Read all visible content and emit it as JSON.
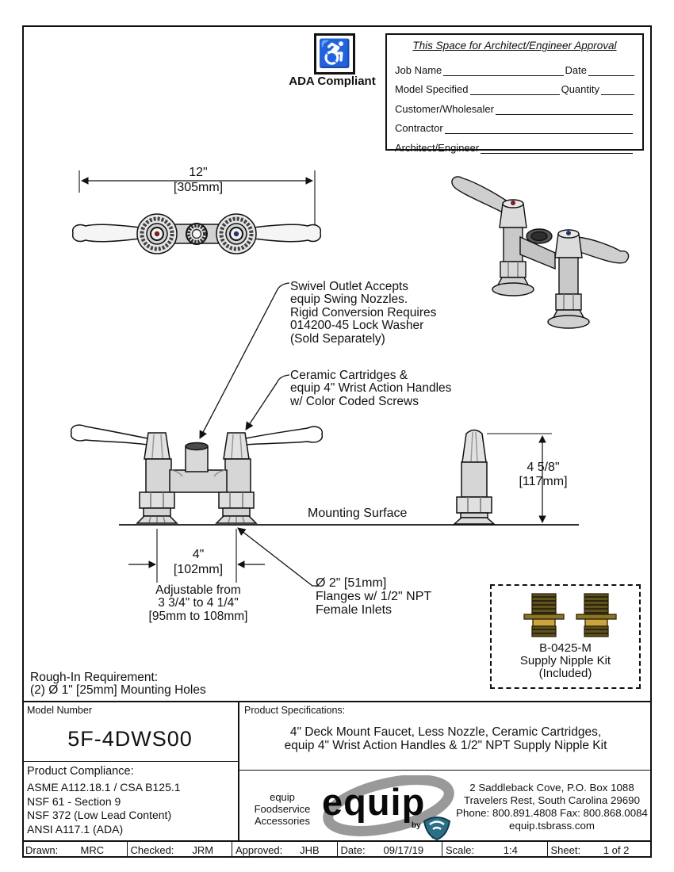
{
  "ada": {
    "label": "ADA Compliant",
    "icon_glyph": "♿"
  },
  "approval_box": {
    "title": "This Space for Architect/Engineer Approval",
    "fields": [
      {
        "label": "Job Name",
        "label2": "Date"
      },
      {
        "label": "Model Specified",
        "label2": "Quantity"
      },
      {
        "label": "Customer/Wholesaler",
        "label2": ""
      },
      {
        "label": "Contractor",
        "label2": ""
      },
      {
        "label": "Architect/Engineer",
        "label2": ""
      }
    ]
  },
  "drawing": {
    "dim_width_in": "12\"",
    "dim_width_mm": "[305mm]",
    "callout_swivel": [
      "Swivel Outlet Accepts",
      "equip Swing Nozzles.",
      "Rigid Conversion Requires",
      "014200-45 Lock Washer",
      "(Sold Separately)"
    ],
    "callout_cartridge": [
      "Ceramic Cartridges &",
      "equip 4\" Wrist Action Handles",
      "w/ Color Coded Screws"
    ],
    "mounting_surface": "Mounting Surface",
    "dim_height_in": "4 5/8\"",
    "dim_height_mm": "[117mm]",
    "dim_centers_in": "4\"",
    "dim_centers_mm": "[102mm]",
    "adjustable": [
      "Adjustable from",
      "3 3/4\" to 4 1/4\"",
      "[95mm to 108mm]"
    ],
    "flange_note": [
      "Ø 2\" [51mm]",
      "Flanges w/ 1/2\" NPT",
      "Female Inlets"
    ],
    "nipple_kit": [
      "B-0425-M",
      "Supply Nipple Kit",
      "(Included)"
    ],
    "rough_in": [
      "Rough-In Requirement:",
      "(2) Ø 1\" [25mm] Mounting Holes"
    ]
  },
  "title_block": {
    "model_number_label": "Model Number",
    "model_number": "5F-4DWS00",
    "compliance_label": "Product Compliance:",
    "compliance": [
      "ASME A112.18.1 / CSA B125.1",
      "NSF 61 - Section 9",
      "NSF 372 (Low Lead Content)",
      "ANSI A117.1 (ADA)"
    ],
    "specs_label": "Product Specifications:",
    "specs": [
      "4\" Deck Mount Faucet, Less Nozzle, Ceramic Cartridges,",
      "equip 4\" Wrist Action Handles & 1/2\" NPT Supply Nipple Kit"
    ],
    "brand_small": [
      "equip",
      "Foodservice",
      "Accessories"
    ],
    "brand_logo": "equip",
    "brand_by": "by",
    "address": [
      "2 Saddleback Cove, P.O. Box 1088",
      "Travelers Rest, South Carolina 29690",
      "Phone: 800.891.4808  Fax: 800.868.0084",
      "equip.tsbrass.com"
    ],
    "footer": [
      {
        "label": "Drawn:",
        "value": "MRC"
      },
      {
        "label": "Checked:",
        "value": "JRM"
      },
      {
        "label": "Approved:",
        "value": "JHB"
      },
      {
        "label": "Date:",
        "value": "09/17/19"
      },
      {
        "label": "Scale:",
        "value": "1:4"
      },
      {
        "label": "Sheet:",
        "value": "1  of  2"
      }
    ]
  },
  "colors": {
    "hot_index": "#7a1f24",
    "cold_index": "#27346d",
    "brass_dark": "#5e511f",
    "brass_light": "#caa53d",
    "logo_gray": "#999999",
    "ts_teal": "#2a6f86"
  }
}
